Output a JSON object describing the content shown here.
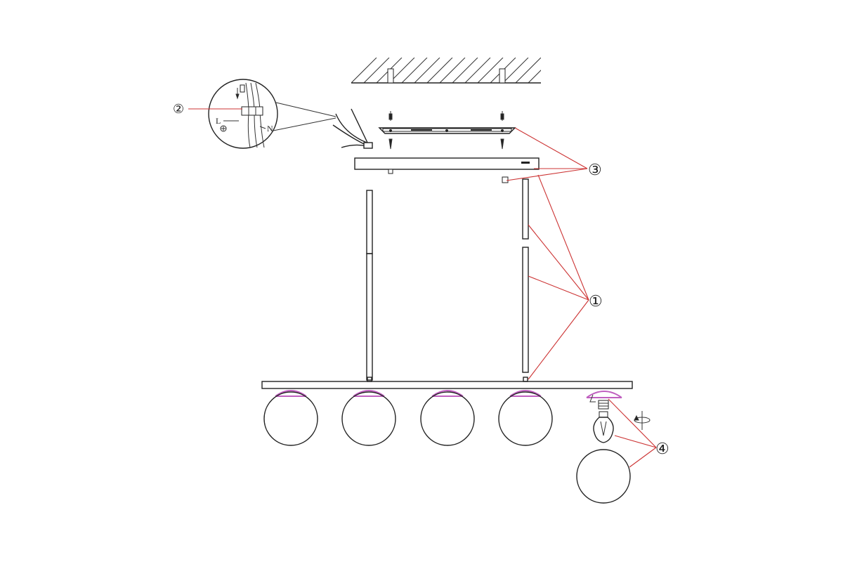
{
  "callouts": {
    "c1": "①",
    "c2": "②",
    "c3": "③",
    "c4": "④"
  },
  "wiring": {
    "label_l": "L",
    "label_n": "N"
  },
  "colors": {
    "line": "#222222",
    "leader": "#cc3333",
    "shade_rim": "#c060c0"
  },
  "lamp": {
    "globe_count": 5
  }
}
